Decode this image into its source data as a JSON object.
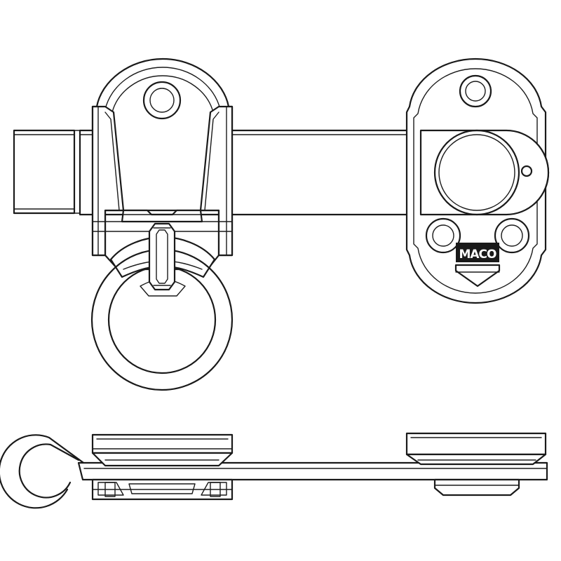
{
  "drawing": {
    "line_color": "#1a1a1a",
    "background_color": "#ffffff",
    "logo_text": "MACO",
    "views": [
      "front-view",
      "side-view"
    ]
  }
}
